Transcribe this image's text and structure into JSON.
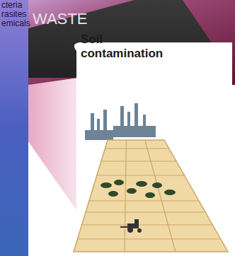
{
  "diagram": {
    "labels": [
      "cteria",
      "rasites",
      "emicals",
      "WASTE",
      "Soil contamination"
    ]
  }
}
